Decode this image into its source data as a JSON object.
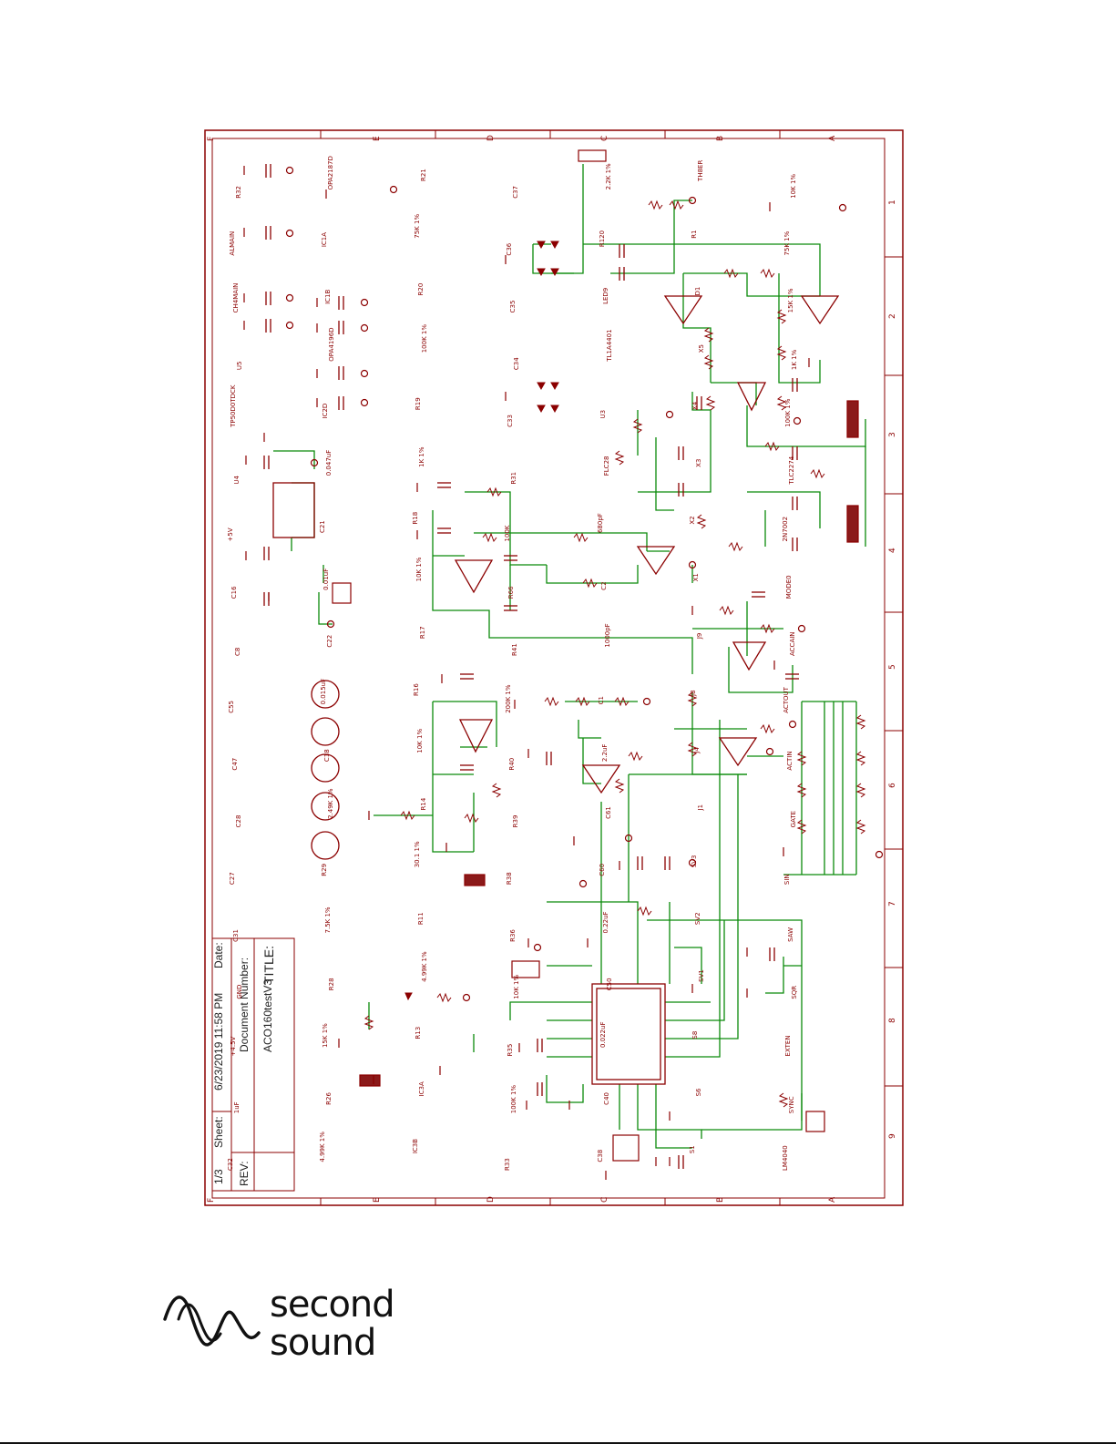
{
  "schematic": {
    "title_label": "TITLE:",
    "title_value": "ACO160testV3",
    "doc_number_label": "Document Number:",
    "rev_label": "REV:",
    "date_label": "Date:",
    "date_value": "6/23/2019 11:58 PM",
    "sheet_label": "Sheet:",
    "sheet_value": "1/3",
    "column_markers": [
      "F",
      "E",
      "D",
      "C",
      "B",
      "A"
    ],
    "row_markers": [
      "1",
      "2",
      "3",
      "4",
      "5",
      "6",
      "7",
      "8",
      "9"
    ],
    "component_labels": [
      "C32",
      "1uF",
      "+4.5V",
      "GND",
      "C31",
      "C27",
      "C28",
      "C47",
      "C55",
      "C8",
      "C16",
      "+5V",
      "U4",
      "TP50D0TDCK",
      "U5",
      "CH4MAIN",
      "ALMAIN",
      "R32",
      "4.99K 1%",
      "R26",
      "15K 1%",
      "R28",
      "7.5K 1%",
      "R29",
      "2.49K 1%",
      "C18",
      "0.015uF",
      "C22",
      "0.01uF",
      "C21",
      "0.047uF",
      "IC2D",
      "OPA4196D",
      "IC1B",
      "IC1A",
      "OPA2187D",
      "IC3B",
      "IC3A",
      "R13",
      "4.99K 1%",
      "R11",
      "30.1 1%",
      "R14",
      "10K 1%",
      "R16",
      "R17",
      "10K 1%",
      "R18",
      "1K 1%",
      "R19",
      "100K 1%",
      "R20",
      "75K 1%",
      "R21",
      "R33",
      "100K 1%",
      "R35",
      "10K 1%",
      "R36",
      "R38",
      "R39",
      "R40",
      "200K 1%",
      "R41",
      "R66",
      "100K",
      "R31",
      "C33",
      "C34",
      "C35",
      "C36",
      "C37",
      "C38",
      "C40",
      "0.022uF",
      "C50",
      "0.22uF",
      "C60",
      "C61",
      "2.2uF",
      "C1",
      "1000pF",
      "C2",
      "680pF",
      "FLC28",
      "U3",
      "TL1A4401",
      "LED9",
      "R120",
      "2.2K 1%",
      "S1",
      "S6",
      "S8",
      "SV1",
      "SV2",
      "SV3",
      "J1",
      "J4",
      "J8",
      "J9",
      "X1",
      "X2",
      "X3",
      "X4",
      "X5",
      "D1",
      "R1",
      "TH8ER",
      "LM4040",
      "SYNC",
      "EXTEN",
      "SQR",
      "SAW",
      "SIN",
      "GATE",
      "ACTIN",
      "ACTOUT",
      "ACCAIN",
      "MODE0",
      "2N7002",
      "TLC2274",
      "100K 1%",
      "1K 1%",
      "15K 1%",
      "75K 1%",
      "10K 1%"
    ],
    "mounting_holes": 5
  },
  "brand": {
    "line1": "second",
    "line2": "sound"
  },
  "colors": {
    "frame": "#8b0000",
    "wire": "#0a8a0a",
    "component": "#8b0000",
    "text_title": "#222222",
    "logo": "#111111"
  }
}
